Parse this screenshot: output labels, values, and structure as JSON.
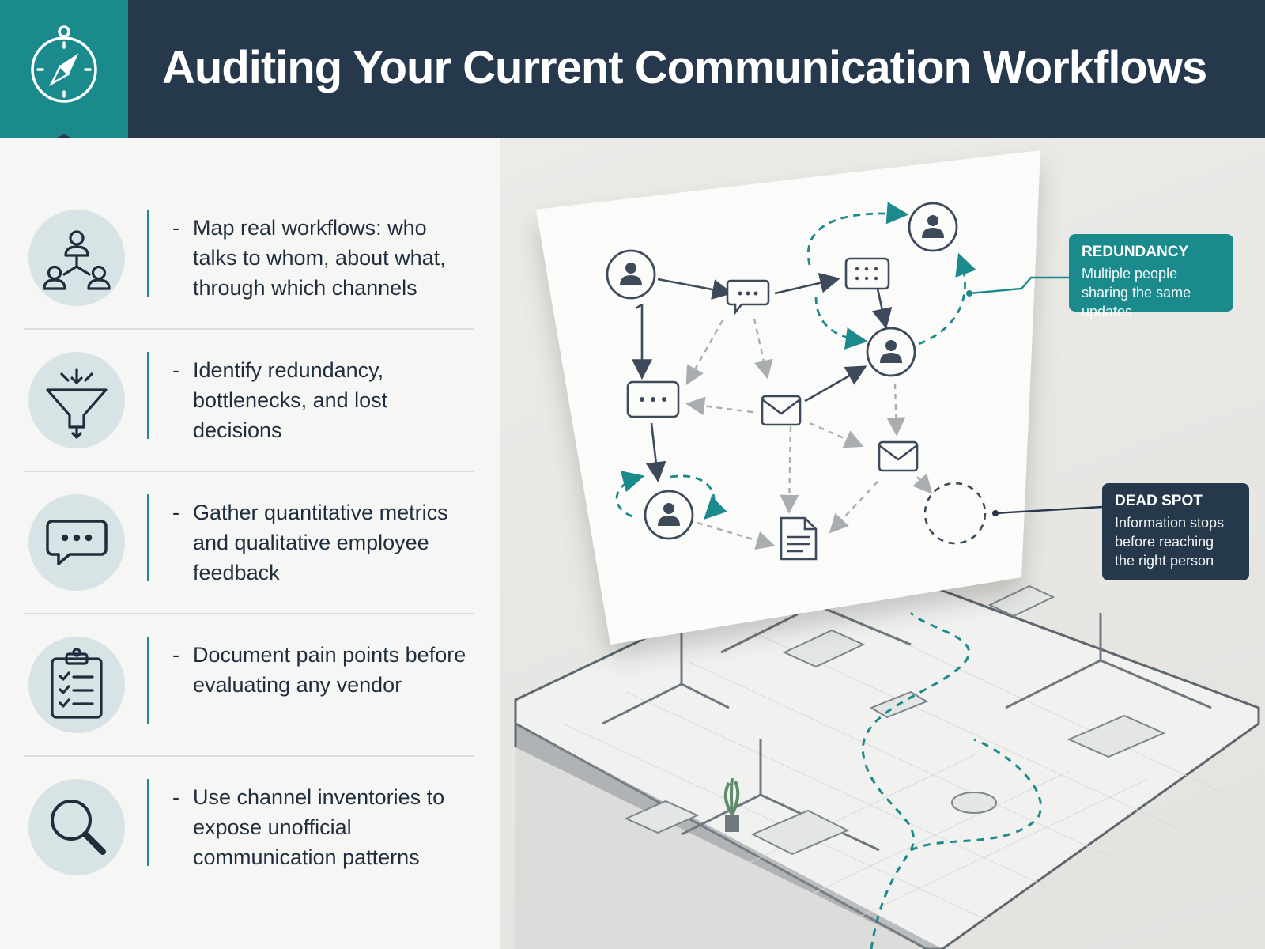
{
  "header": {
    "title": "Auditing Your Current Communication Workflows",
    "badge_icon": "compass-icon",
    "background": "#26384b",
    "accent": "#1b8a8d"
  },
  "items": [
    {
      "icon": "network-people-icon",
      "text": "Map real workflows: who talks to whom, about what, through which channels"
    },
    {
      "icon": "funnel-icon",
      "text": "Identify redundancy, bottlenecks, and lost decisions"
    },
    {
      "icon": "chat-bubble-icon",
      "text": "Gather quantitative metrics and qualitative employee feedback"
    },
    {
      "icon": "clipboard-checklist-icon",
      "text": "Document pain points before evaluating any vendor"
    },
    {
      "icon": "magnifier-icon",
      "text": "Use channel inventories to expose unofficial communication patterns"
    }
  ],
  "bullet_symbol": "-",
  "callouts": {
    "redundancy": {
      "title": "REDUNDANCY",
      "body": "Multiple people sharing the same updates"
    },
    "dead_spot": {
      "title": "DEAD SPOT",
      "body": "Information stops before reaching the right person"
    }
  }
}
